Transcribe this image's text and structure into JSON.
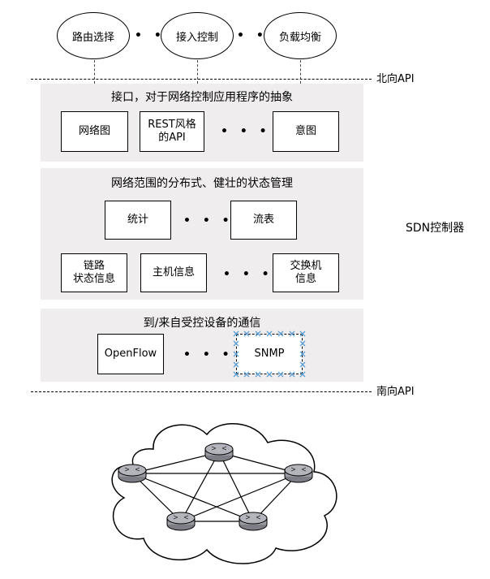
{
  "applications": [
    {
      "label": "路由选择"
    },
    {
      "label": "接入控制"
    },
    {
      "label": "负载均衡"
    }
  ],
  "ellipsis": "• • •",
  "northbound_api": "北向API",
  "southbound_api": "南向API",
  "controller_label": "SDN控制器",
  "panels": {
    "interface": {
      "title": "接口，对于网络控制应用程序的抽象",
      "boxes": [
        "网络图",
        "REST风格\n的API",
        "意图"
      ]
    },
    "state": {
      "title": "网络范围的分布式、健壮的状态管理",
      "row1": [
        "统计",
        "流表"
      ],
      "row2": [
        "链路\n状态信息",
        "主机信息",
        "交换机\n信息"
      ]
    },
    "comm": {
      "title": "到/来自受控设备的通信",
      "boxes": [
        "OpenFlow",
        "SNMP"
      ]
    }
  },
  "colors": {
    "panel_bg": "#efeded",
    "router_fill": "#9a9aa2",
    "selection_handle": "#5aa0d8"
  },
  "icons": {
    "router": "router-icon",
    "cloud": "cloud-icon"
  }
}
